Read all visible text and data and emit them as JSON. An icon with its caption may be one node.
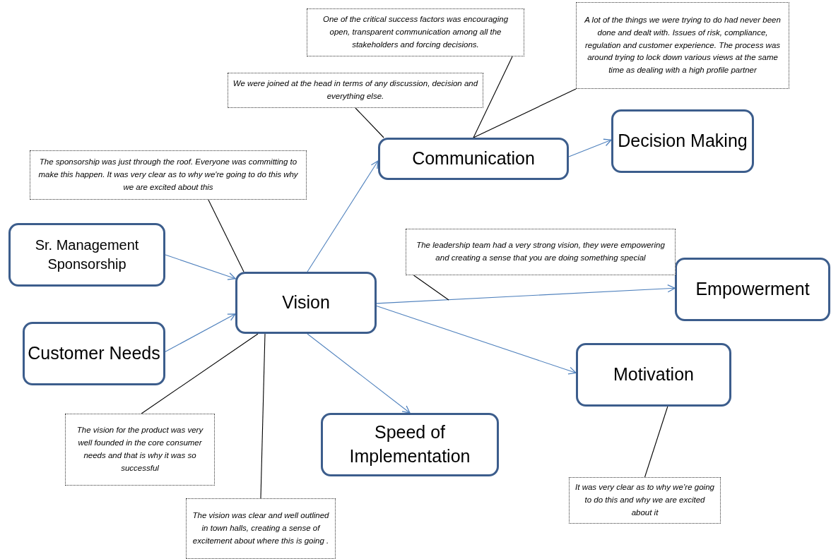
{
  "diagram": {
    "nodes": [
      {
        "text": [
          "Vision"
        ]
      },
      {
        "text": [
          "Communication"
        ]
      },
      {
        "text": [
          "Decision Making"
        ]
      },
      {
        "text": [
          "Sr. Management Sponsorship"
        ]
      },
      {
        "text": [
          "Customer Needs"
        ]
      },
      {
        "text": [
          "Empowerment"
        ]
      },
      {
        "text": [
          "Motivation"
        ]
      },
      {
        "text": [
          "Speed of Implementation"
        ]
      },
      {
        "text": [
          "One of the critical success factors was encouraging open, transparent communication among all the stakeholders and forcing decisions."
        ]
      },
      {
        "text": [
          "A lot of the things we were trying to do had never been done and dealt with. Issues of risk, compliance, regulation and customer experience. The process was around trying to lock down various views at the same time as dealing with a high profile partner"
        ]
      },
      {
        "text": [
          "We were joined at the head in terms of any discussion, decision and everything else."
        ]
      },
      {
        "text": [
          "The sponsorship was just through the roof. Everyone was committing to make this happen. It was very clear as to why we're going to do this why we are excited about this"
        ]
      },
      {
        "text": [
          "The leadership team had a very strong vision, they were empowering and creating a sense that you are doing something special"
        ]
      },
      {
        "text": [
          "The vision for the product was very well founded in the core consumer needs and that is why it was so successful"
        ]
      },
      {
        "text": [
          "The vision was clear and well outlined in town halls, creating a sense of excitement about where this is going ."
        ]
      },
      {
        "text": [
          "It was very clear as to why we’re going to do this and why we are excited about it"
        ]
      }
    ],
    "edges": [
      {
        "from": 0,
        "to": 1,
        "arrow": "to",
        "color": "#4f81bd"
      },
      {
        "from": 1,
        "to": 2,
        "arrow": "to",
        "color": "#4f81bd"
      },
      {
        "from": 3,
        "to": 0,
        "arrow": "to",
        "color": "#4f81bd"
      },
      {
        "from": 4,
        "to": 0,
        "arrow": "to",
        "color": "#4f81bd"
      },
      {
        "from": 0,
        "to": 5,
        "arrow": "to",
        "color": "#4f81bd"
      },
      {
        "from": 0,
        "to": 6,
        "arrow": "to",
        "color": "#4f81bd"
      },
      {
        "from": 0,
        "to": 7,
        "arrow": "to",
        "color": "#4f81bd"
      },
      {
        "from": 10,
        "to": 1,
        "arrow": "none"
      },
      {
        "from": 8,
        "to": 1,
        "arrow": "none"
      },
      {
        "from": 9,
        "to": 1,
        "arrow": "none"
      },
      {
        "from": 11,
        "to": 0,
        "arrow": "none"
      },
      {
        "from": 12,
        "to": null,
        "arrow": "none"
      },
      {
        "from": 13,
        "to": 0,
        "arrow": "none"
      },
      {
        "from": 14,
        "to": 0,
        "arrow": "none"
      },
      {
        "from": 15,
        "to": 6,
        "arrow": "none"
      }
    ]
  }
}
